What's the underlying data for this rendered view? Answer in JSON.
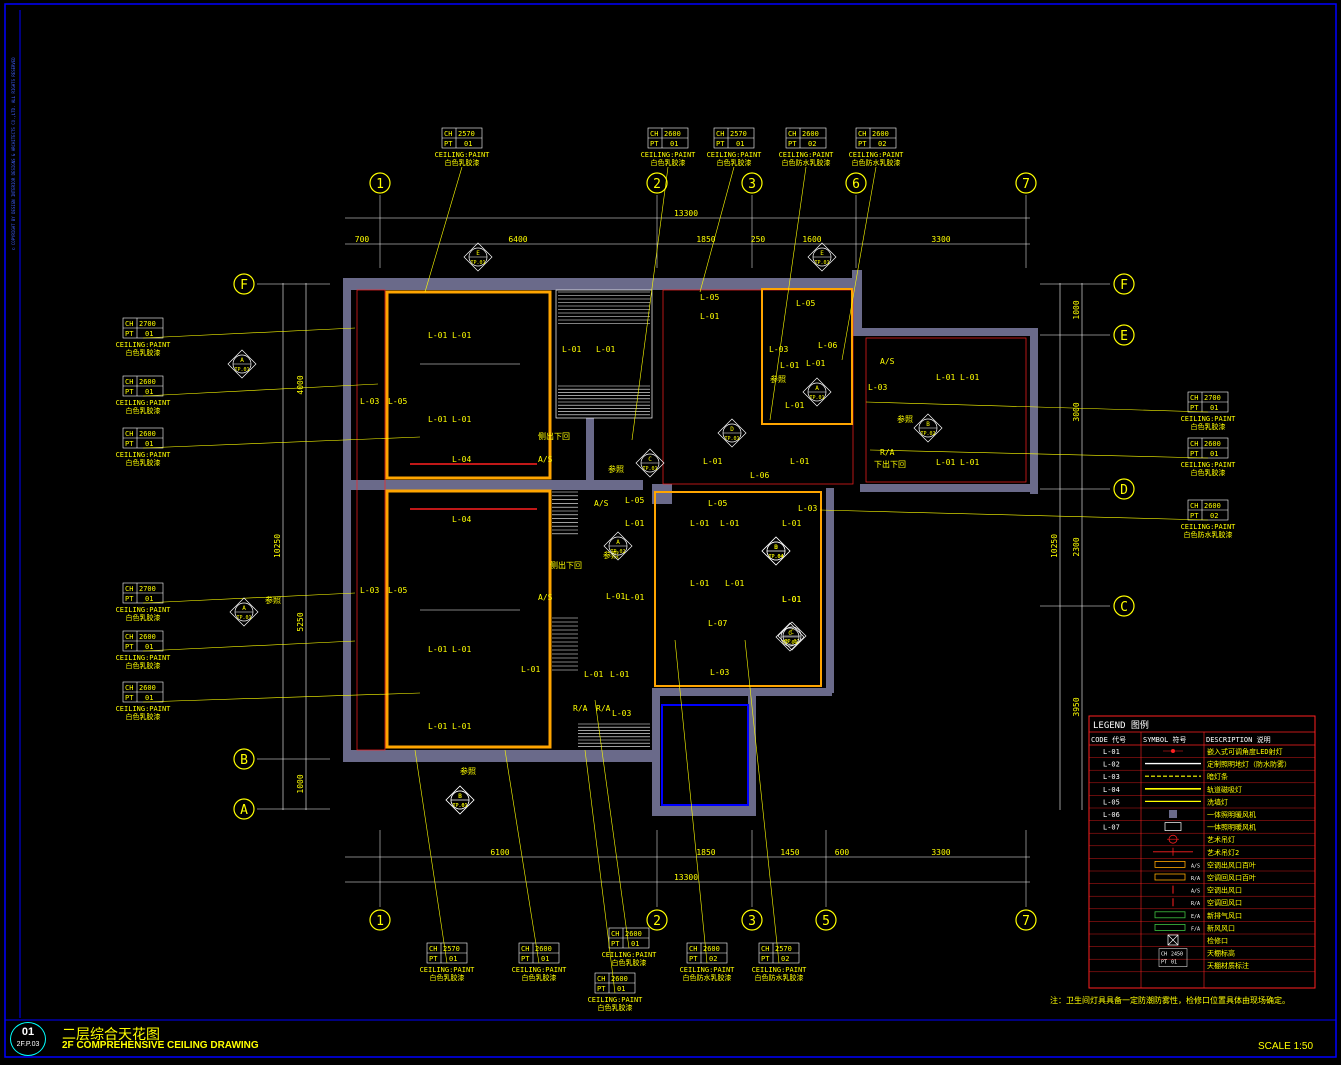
{
  "title": {
    "cn": "二层综合天花图",
    "en": "2F COMPREHENSIVE CEILING DRAWING",
    "scale": "SCALE 1:50",
    "sheet_no": "01",
    "sheet_ref": "2F.P.03"
  },
  "note": "注：卫生间灯具具备一定防潮防雾性，检修口位置具体由现场确定。",
  "copyright": "© COPYRIGHT BY DESIGN INTERIOR DESIGNS & ARCHITECTS CO.,LTD. ALL RIGHTS RESERVED",
  "grid_top": [
    "1",
    "2",
    "3",
    "6",
    "7"
  ],
  "grid_bottom": [
    "1",
    "2",
    "3",
    "5",
    "7"
  ],
  "grid_left": [
    "F",
    "B",
    "A"
  ],
  "grid_right": [
    "F",
    "E",
    "D",
    "C"
  ],
  "dims_top_total": "13300",
  "dims_top": [
    "700",
    "6400",
    "1850",
    "250",
    "1600",
    "3300"
  ],
  "dims_bottom_total": "13300",
  "dims_bottom": [
    "6100",
    "1850",
    "1450",
    "600",
    "3300"
  ],
  "dims_left_total": "10250",
  "dims_left": [
    "4000",
    "5250",
    "1000"
  ],
  "dims_right_total": "10250",
  "dims_right": [
    "1000",
    "3000",
    "2300",
    "3950"
  ],
  "ceiling_tags": [
    {
      "ch": "CH 2570",
      "pt": "PT 01",
      "l1": "CEILING:PAINT",
      "l2": "白色乳胶漆"
    },
    {
      "ch": "CH 2600",
      "pt": "PT 01",
      "l1": "CEILING:PAINT",
      "l2": "白色乳胶漆"
    },
    {
      "ch": "CH 2570",
      "pt": "PT 01",
      "l1": "CEILING:PAINT",
      "l2": "白色乳胶漆"
    },
    {
      "ch": "CH 2600",
      "pt": "PT 02",
      "l1": "CEILING:PAINT",
      "l2": "白色防水乳胶漆"
    },
    {
      "ch": "CH 2600",
      "pt": "PT 02",
      "l1": "CEILING:PAINT",
      "l2": "白色防水乳胶漆"
    },
    {
      "ch": "CH 2700",
      "pt": "PT 01",
      "l1": "CEILING:PAINT",
      "l2": "白色乳胶漆"
    },
    {
      "ch": "CH 2600",
      "pt": "PT 01",
      "l1": "CEILING:PAINT",
      "l2": "白色乳胶漆"
    },
    {
      "ch": "CH 2600",
      "pt": "PT 01",
      "l1": "CEILING:PAINT",
      "l2": "白色乳胶漆"
    },
    {
      "ch": "CH 2700",
      "pt": "PT 01",
      "l1": "CEILING:PAINT",
      "l2": "白色乳胶漆"
    },
    {
      "ch": "CH 2600",
      "pt": "PT 01",
      "l1": "CEILING:PAINT",
      "l2": "白色乳胶漆"
    },
    {
      "ch": "CH 2600",
      "pt": "PT 01",
      "l1": "CEILING:PAINT",
      "l2": "白色乳胶漆"
    },
    {
      "ch": "CH 2700",
      "pt": "PT 01",
      "l1": "CEILING:PAINT",
      "l2": "白色乳胶漆"
    },
    {
      "ch": "CH 2600",
      "pt": "PT 01",
      "l1": "CEILING:PAINT",
      "l2": "白色乳胶漆"
    },
    {
      "ch": "CH 2600",
      "pt": "PT 02",
      "l1": "CEILING:PAINT",
      "l2": "白色防水乳胶漆"
    },
    {
      "ch": "CH 2570",
      "pt": "PT 01",
      "l1": "CEILING:PAINT",
      "l2": "白色乳胶漆"
    },
    {
      "ch": "CH 2600",
      "pt": "PT 01",
      "l1": "CEILING:PAINT",
      "l2": "白色乳胶漆"
    },
    {
      "ch": "CH 2600",
      "pt": "PT 01",
      "l1": "CEILING:PAINT",
      "l2": "白色乳胶漆"
    },
    {
      "ch": "CH 2600",
      "pt": "PT 01",
      "l1": "CEILING:PAINT",
      "l2": "白色乳胶漆"
    },
    {
      "ch": "CH 2600",
      "pt": "PT 02",
      "l1": "CEILING:PAINT",
      "l2": "白色防水乳胶漆"
    },
    {
      "ch": "CH 2570",
      "pt": "PT 02",
      "l1": "CEILING:PAINT",
      "l2": "白色防水乳胶漆"
    }
  ],
  "room_labels": [
    "L-01",
    "L-01",
    "L-01",
    "L-01",
    "L-04",
    "L-03",
    "L-05",
    "L-01",
    "L-01",
    "L-05",
    "L-01",
    "L-05",
    "L-03",
    "L-06",
    "L-01",
    "L-01",
    "L-01",
    "L-01",
    "L-01",
    "L-06",
    "A/S",
    "L-03",
    "L-01",
    "L-01",
    "R/A",
    "下出下回",
    "L-01",
    "L-01",
    "参照",
    "L-04",
    "L-03",
    "L-05",
    "L-01",
    "L-01",
    "L-01",
    "L-01",
    "L-01",
    "A/S",
    "L-05",
    "L-05",
    "L-01",
    "L-01",
    "L-01",
    "L-03",
    "L-01",
    "L-01",
    "L-07",
    "L-01",
    "L-03",
    "侧出下回",
    "A/S",
    "侧出下回",
    "A/S",
    "参照",
    "L-01",
    "L-01",
    "L-01",
    "R/A",
    "L-03",
    "参照",
    "参照",
    "参照",
    "参照",
    "R/A",
    "L-01",
    "L-01",
    "L-01"
  ],
  "elev_tags": [
    "E\nTP.01",
    "A\nTP.01",
    "A\nTP.02",
    "C\nTP.01",
    "D\nTP.01",
    "B\nTP.01",
    "B\nTP.02",
    "A\nTP.01",
    "D\nTP.04",
    "C\nTP.01",
    "E\nTP.01",
    "A\nTP.01",
    "C\nTP.01",
    "B\nTP.01",
    "B\nTP.04"
  ],
  "legend": {
    "title": "LEGEND 图例",
    "headers": [
      "CODE 代号",
      "SYMBOL 符号",
      "DESCRIPTION 说明"
    ],
    "rows": [
      {
        "code": "L-01",
        "desc": "嵌入式可调角度LED射灯"
      },
      {
        "code": "L-02",
        "desc": "定制照明地灯（防水防雾）"
      },
      {
        "code": "L-03",
        "desc": "暗灯条"
      },
      {
        "code": "L-04",
        "desc": "轨道磁吸灯"
      },
      {
        "code": "L-05",
        "desc": "洗墙灯"
      },
      {
        "code": "L-06",
        "desc": "一体照明暖风机"
      },
      {
        "code": "L-07",
        "desc": "一体照明暖风机"
      },
      {
        "code": "",
        "desc": "艺术吊灯"
      },
      {
        "code": "",
        "desc": "艺术吊灯2"
      },
      {
        "code": "",
        "desc": "空调出风口百叶"
      },
      {
        "code": "",
        "desc": "空调回风口百叶"
      },
      {
        "code": "",
        "desc": "空调出风口"
      },
      {
        "code": "",
        "desc": "空调回风口"
      },
      {
        "code": "",
        "desc": "新排气风口"
      },
      {
        "code": "",
        "desc": "新风风口"
      },
      {
        "code": "",
        "desc": "检修口"
      },
      {
        "code": "",
        "desc": "天棚标高"
      },
      {
        "code": "",
        "desc": "天棚材质标注"
      }
    ],
    "sym_labels": [
      "A/S",
      "R/A",
      "A/S",
      "R/A",
      "E/A",
      "F/A"
    ],
    "ch_sample": {
      "ch": "CH",
      "val": "2450",
      "pt": "PT",
      "ptv": "01"
    }
  },
  "colors": {
    "yellow": "#ffff00",
    "orange": "#ffa500",
    "cyan": "#00ffff",
    "blue": "#0000ff",
    "gray": "#6a6a8a",
    "red": "#ff2020",
    "magenta": "#ff00ff",
    "white": "#ffffff"
  }
}
